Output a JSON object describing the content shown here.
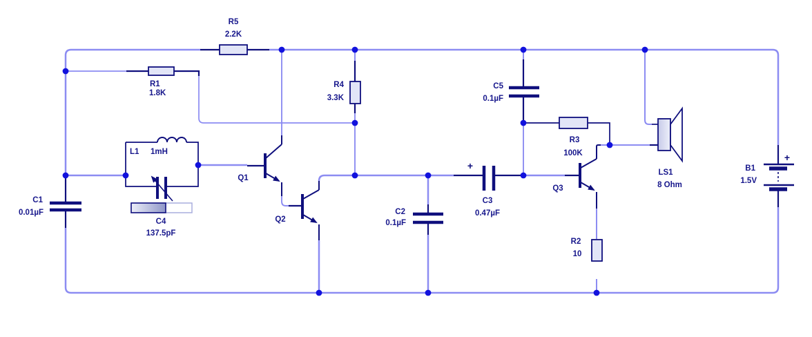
{
  "diagram_type": "circuit-schematic",
  "components": {
    "r5": {
      "id": "R5",
      "value": "2.2K"
    },
    "r1": {
      "id": "R1",
      "value": "1.8K"
    },
    "r4": {
      "id": "R4",
      "value": "3.3K"
    },
    "r3": {
      "id": "R3",
      "value": "100K"
    },
    "r2": {
      "id": "R2",
      "value": "10"
    },
    "c1": {
      "id": "C1",
      "value": "0.01µF"
    },
    "c2": {
      "id": "C2",
      "value": "0.1µF"
    },
    "c3": {
      "id": "C3",
      "value": "0.47µF",
      "polarity": "+"
    },
    "c4": {
      "id": "C4",
      "value": "137.5pF"
    },
    "c5": {
      "id": "C5",
      "value": "0.1µF"
    },
    "l1": {
      "id": "L1",
      "value": "1mH"
    },
    "q1": {
      "id": "Q1"
    },
    "q2": {
      "id": "Q2"
    },
    "q3": {
      "id": "Q3"
    },
    "ls1": {
      "id": "LS1",
      "value": "8 Ohm"
    },
    "b1": {
      "id": "B1",
      "value": "1.5V",
      "polarity": "+"
    }
  },
  "colors": {
    "wire_light": "#8c8cf2",
    "wire_dark": "#0f0f7d",
    "junction_dot": "#1212dd",
    "label_text": "#17178c",
    "component_fill": "#e2e5f7"
  }
}
